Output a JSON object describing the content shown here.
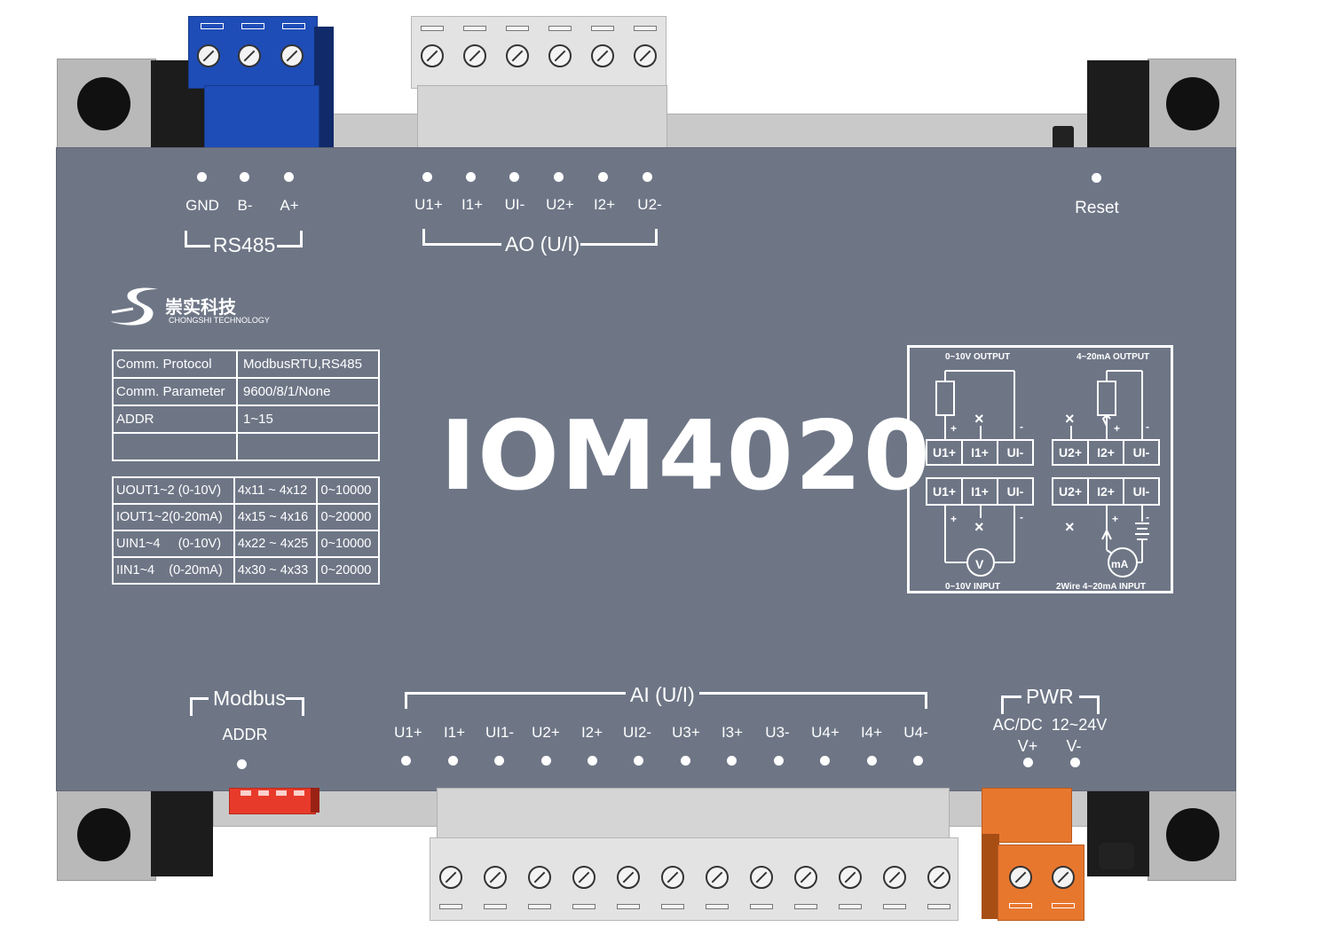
{
  "brand": {
    "name_cn": "崇实科技",
    "name_en": "CHONGSHI TECHNOLOGY"
  },
  "model": "IOM4020",
  "rs485": {
    "title": "RS485",
    "pins": [
      "GND",
      "B-",
      "A+"
    ]
  },
  "ao": {
    "title": "AO (U/I)",
    "pins": [
      "U1+",
      "I1+",
      "UI-",
      "U2+",
      "I2+",
      "U2-"
    ]
  },
  "reset": {
    "label": "Reset"
  },
  "info_table": {
    "rows": [
      [
        "Comm. Protocol",
        "ModbusRTU,RS485"
      ],
      [
        "Comm. Parameter",
        "9600/8/1/None"
      ],
      [
        "ADDR",
        "1~15"
      ],
      [
        "",
        ""
      ]
    ]
  },
  "register_table": {
    "rows": [
      [
        "UOUT1~2 (0-10V)",
        "4x11 ~ 4x12",
        "0~10000"
      ],
      [
        "IOUT1~2(0-20mA)",
        "4x15 ~ 4x16",
        "0~20000"
      ],
      [
        "UIN1~4     (0-10V)",
        "4x22 ~ 4x25",
        "0~10000"
      ],
      [
        "IIN1~4    (0-20mA)",
        "4x30 ~ 4x33",
        "0~20000"
      ]
    ]
  },
  "diagram": {
    "top_left_title": "0~10V OUTPUT",
    "top_right_title": "4~20mA OUTPUT",
    "bottom_left_title": "0~10V INPUT",
    "bottom_right_title": "2Wire 4~20mA INPUT",
    "top_left_cells": [
      "U1+",
      "I1+",
      "UI-"
    ],
    "top_right_cells": [
      "U2+",
      "I2+",
      "UI-"
    ],
    "bottom_left_cells": [
      "U1+",
      "I1+",
      "UI-"
    ],
    "bottom_right_cells": [
      "U2+",
      "I2+",
      "UI-"
    ],
    "plus": "+",
    "minus": "-",
    "cross": "×",
    "volt_meter": "V",
    "amp_meter": "mA"
  },
  "modbus": {
    "title": "Modbus",
    "sub": "ADDR"
  },
  "ai": {
    "title": "AI (U/I)",
    "pins": [
      "U1+",
      "I1+",
      "UI1-",
      "U2+",
      "I2+",
      "UI2-",
      "U3+",
      "I3+",
      "U3-",
      "U4+",
      "I4+",
      "U4-"
    ]
  },
  "pwr": {
    "title": "PWR",
    "sub": "AC/DC  12~24V",
    "pins": [
      "V+",
      "V-"
    ]
  },
  "colors": {
    "panel": "#6e7686",
    "rs485_terminal": "#1e4db8",
    "power_terminal": "#e8772e",
    "dip_switch": "#e83a2a"
  }
}
